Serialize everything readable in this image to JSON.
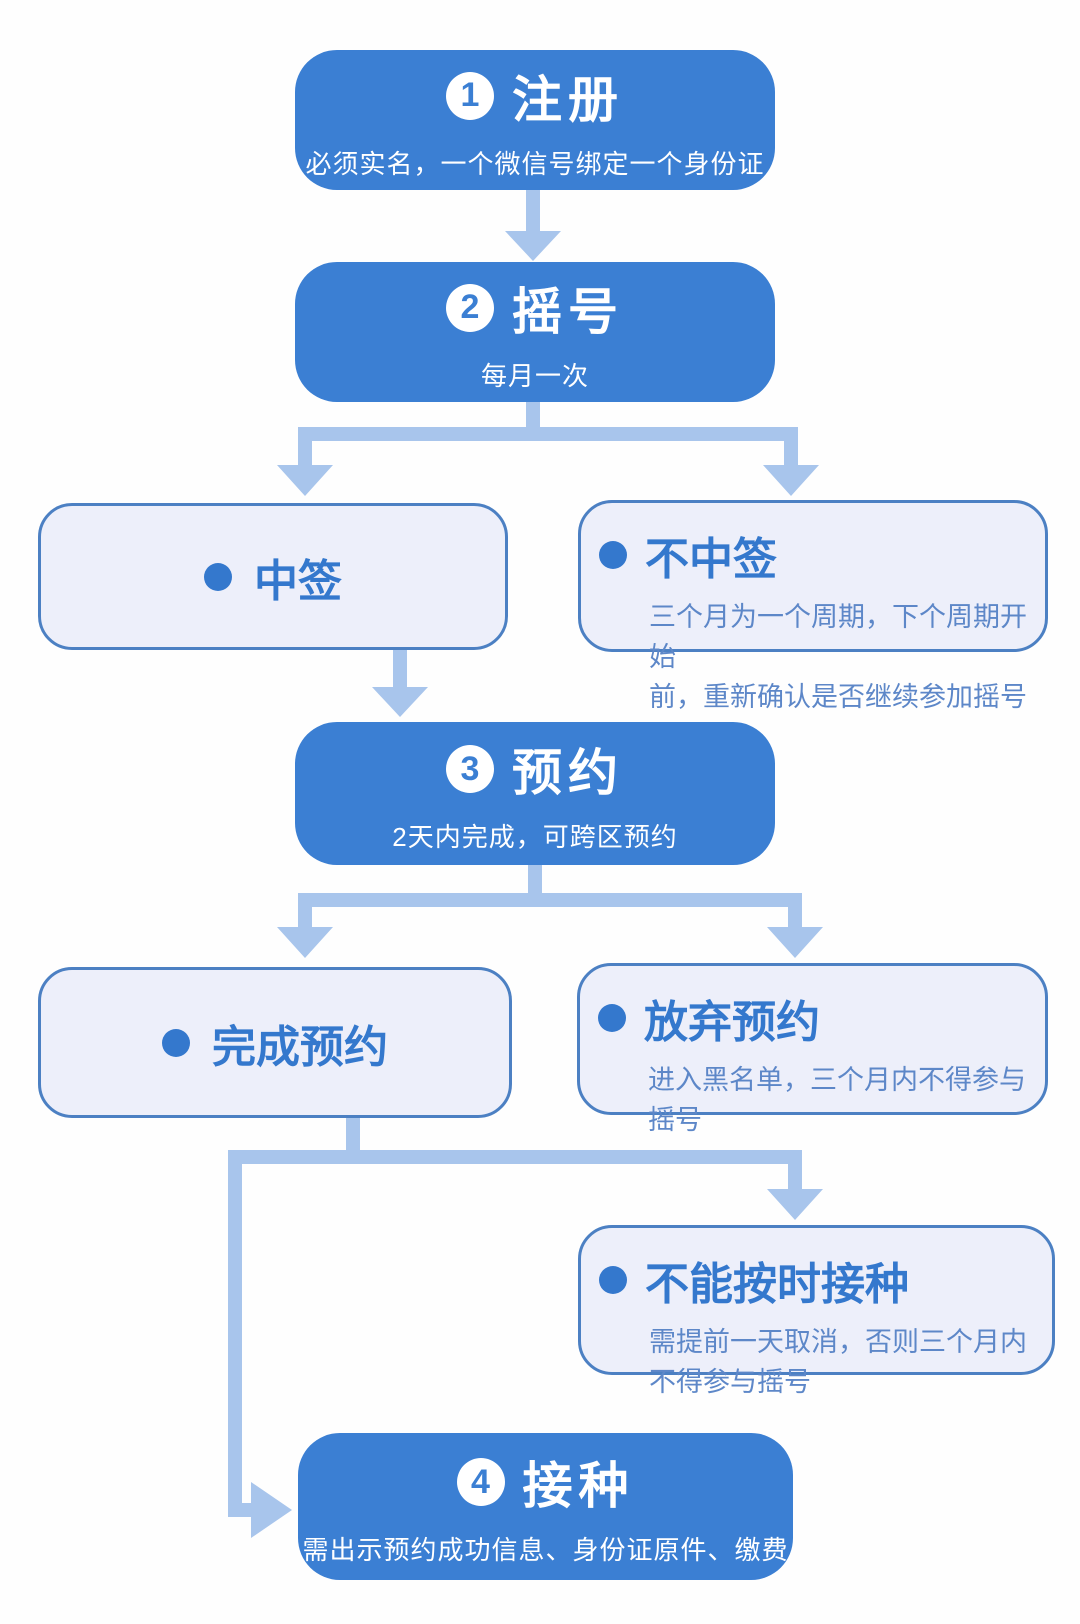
{
  "flow": {
    "steps": [
      {
        "number": "1",
        "title": "注册",
        "subtitle": "必须实名，一个微信号绑定一个身份证"
      },
      {
        "number": "2",
        "title": "摇号",
        "subtitle": "每月一次"
      },
      {
        "number": "3",
        "title": "预约",
        "subtitle": "2天内完成，可跨区预约"
      },
      {
        "number": "4",
        "title": "接种",
        "subtitle": "需出示预约成功信息、身份证原件、缴费"
      }
    ],
    "outcomes": {
      "win": {
        "title": "中签"
      },
      "no_win": {
        "title": "不中签",
        "body_lines": [
          "三个月为一个周期，下个周期开始",
          "前，重新确认是否继续参加摇号"
        ]
      },
      "complete": {
        "title": "完成预约"
      },
      "abandon": {
        "title": "放弃预约",
        "body_lines": [
          "进入黑名单，三个月内不得参与",
          "摇号"
        ]
      },
      "miss": {
        "title": "不能按时接种",
        "body_lines": [
          "需提前一天取消，否则三个月内",
          "不得参与摇号"
        ]
      }
    },
    "colors": {
      "primary": "#3b7fd3",
      "light_fill": "#edeffa",
      "light_border": "#4c80c3",
      "title_text": "#3478cd",
      "body_text": "#5d87c8",
      "connector": "#a8c5ec",
      "background": "#fefefe"
    }
  }
}
